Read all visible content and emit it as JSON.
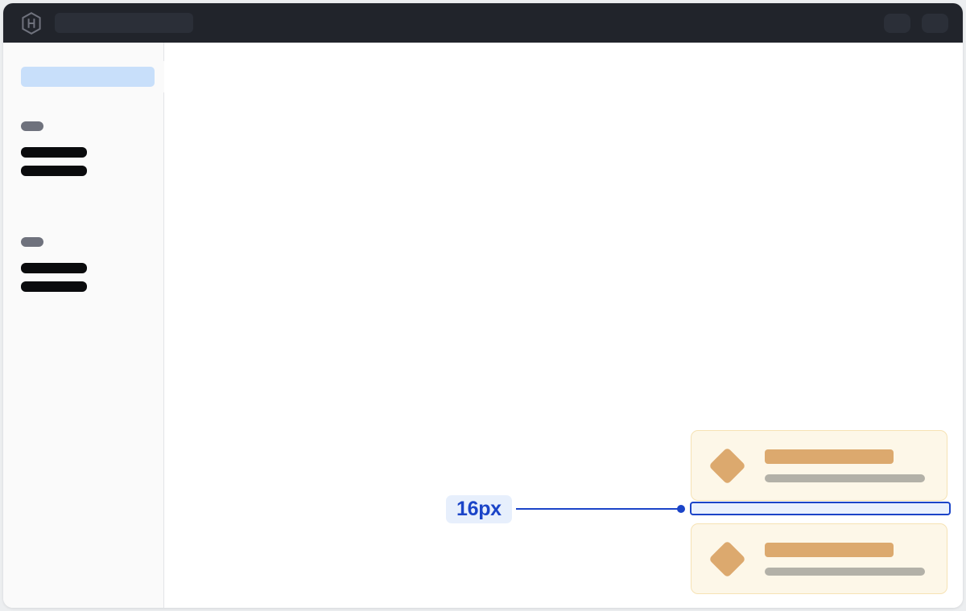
{
  "window": {
    "background_color": "#ffffff",
    "page_background_color": "#eceef0"
  },
  "topbar": {
    "background_color": "#21242b",
    "logo_name": "hashicorp-hexagon-logo",
    "search": {
      "placeholder": "",
      "value": "",
      "is_redacted": true
    },
    "right_controls": [
      {
        "name": "topbar-pill-1",
        "label": ""
      },
      {
        "name": "topbar-pill-2",
        "label": ""
      }
    ]
  },
  "sidebar": {
    "background_color": "#fafafa",
    "selected_item": {
      "label": "",
      "is_redacted": true,
      "highlight_color": "#c8dffa"
    },
    "collapse_handle": {
      "label": ""
    },
    "groups": [
      {
        "label": "",
        "label_color": "#6f727d",
        "items": [
          {
            "label": "",
            "is_redacted": true
          },
          {
            "label": "",
            "is_redacted": true
          }
        ]
      },
      {
        "label": "",
        "label_color": "#6f727d",
        "items": [
          {
            "label": "",
            "is_redacted": true
          },
          {
            "label": "",
            "is_redacted": true
          }
        ]
      }
    ]
  },
  "main": {
    "cards": [
      {
        "icon_name": "diamond-icon",
        "icon_color": "#dca96e",
        "background_color": "#fdf7e8",
        "border_color": "#f6e2b4",
        "title": "",
        "subtitle": "",
        "is_redacted": true
      },
      {
        "icon_name": "diamond-icon",
        "icon_color": "#dca96e",
        "background_color": "#fdf7e8",
        "border_color": "#f6e2b4",
        "title": "",
        "subtitle": "",
        "is_redacted": true
      }
    ],
    "spacing_annotation": {
      "value": "16px",
      "accent_color": "#1b44c8",
      "label_background_color": "#e7effc",
      "region_fill_color": "#eaf1fd",
      "measures": "vertical gap between card 1 and card 2"
    }
  }
}
